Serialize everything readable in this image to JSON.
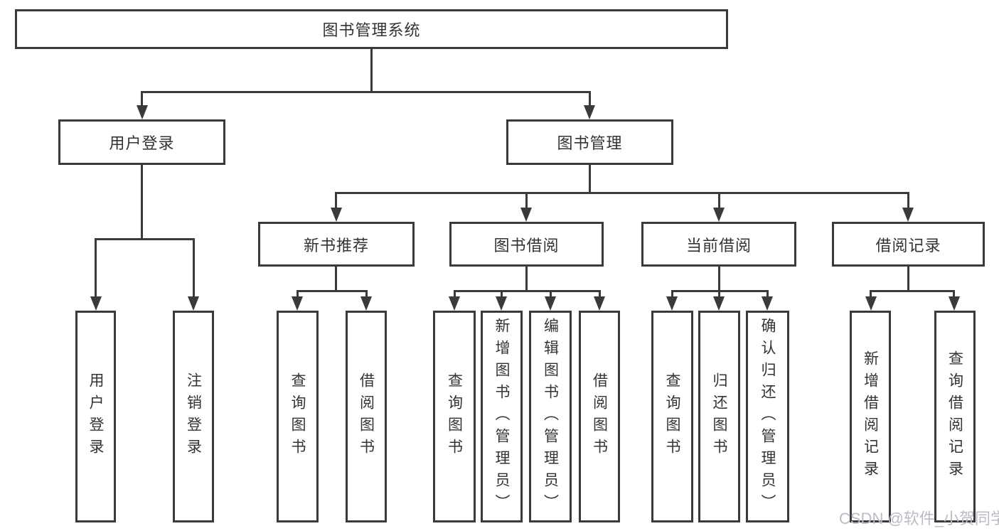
{
  "diagram_type": "hierarchy-tree",
  "tree": {
    "label": "图书管理系统",
    "children": [
      {
        "label": "用户登录",
        "children": [
          {
            "label": "用户登录"
          },
          {
            "label": "注销登录"
          }
        ]
      },
      {
        "label": "图书管理",
        "children": [
          {
            "label": "新书推荐",
            "children": [
              {
                "label": "查询图书"
              },
              {
                "label": "借阅图书"
              }
            ]
          },
          {
            "label": "图书借阅",
            "children": [
              {
                "label": "查询图书"
              },
              {
                "label": "新增图书（管理员）"
              },
              {
                "label": "编辑图书（管理员）"
              },
              {
                "label": "借阅图书"
              }
            ]
          },
          {
            "label": "当前借阅",
            "children": [
              {
                "label": "查询图书"
              },
              {
                "label": "归还图书"
              },
              {
                "label": "确认归还（管理员）"
              }
            ]
          },
          {
            "label": "借阅记录",
            "children": [
              {
                "label": "新增借阅记录"
              },
              {
                "label": "查询借阅记录"
              }
            ]
          }
        ]
      }
    ]
  },
  "watermark": "CSDN @软件_小贺同学",
  "colors": {
    "line": "#3a3a3c",
    "text": "#333336",
    "watermark": "#b9bdc3",
    "background": "#ffffff"
  }
}
